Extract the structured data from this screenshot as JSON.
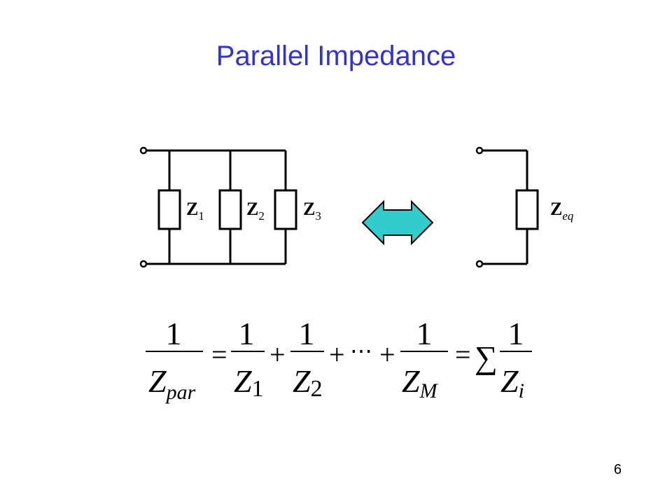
{
  "slide": {
    "title": "Parallel Impedance",
    "page_number": "6"
  },
  "circuit": {
    "left_impedances": [
      {
        "symbol": "Z",
        "subscript": "1"
      },
      {
        "symbol": "Z",
        "subscript": "2"
      },
      {
        "symbol": "Z",
        "subscript": "3"
      }
    ],
    "equivalent": {
      "symbol": "Z",
      "subscript": "eq"
    },
    "arrow_color": "#33cccc",
    "wire_color": "#000000"
  },
  "formula": {
    "numerator": "1",
    "lhs": {
      "symbol": "Z",
      "subscript": "par"
    },
    "terms": [
      {
        "symbol": "Z",
        "subscript": "1"
      },
      {
        "symbol": "Z",
        "subscript": "2"
      },
      {
        "symbol": "Z",
        "subscript": "M"
      }
    ],
    "ellipsis": "⋯",
    "sum_symbol": "∑",
    "sum_term": {
      "symbol": "Z",
      "subscript": "i"
    },
    "equals": "=",
    "plus": "+"
  }
}
